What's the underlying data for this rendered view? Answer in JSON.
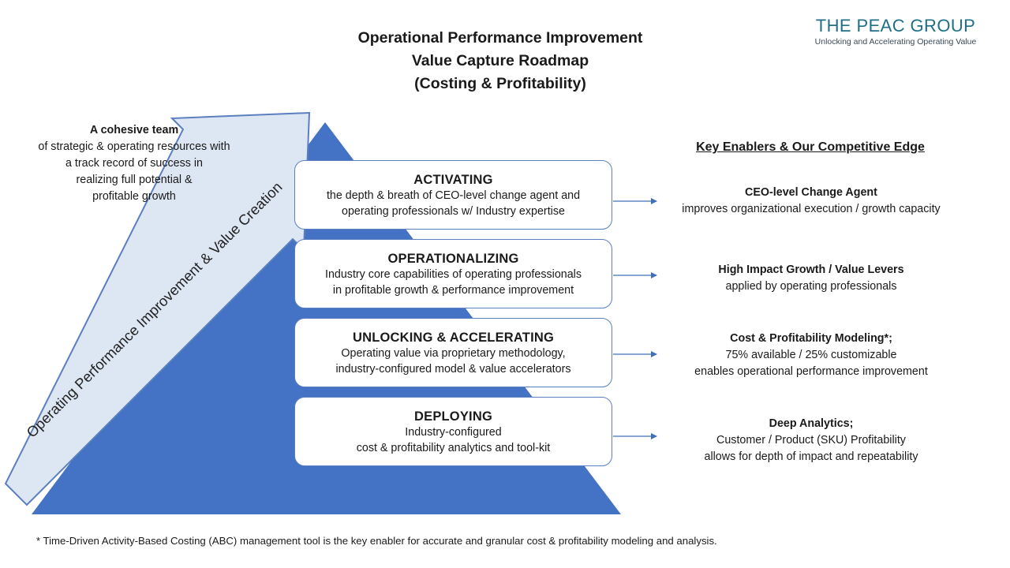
{
  "title": {
    "line1": "Operational Performance Improvement",
    "line2": "Value Capture Roadmap",
    "line3": "(Costing & Profitability)"
  },
  "logo": {
    "name": "THE PEAC GROUP",
    "tagline": "Unlocking and Accelerating Operating Value",
    "color": "#1f6f86"
  },
  "team": {
    "heading": "A cohesive team",
    "lines": [
      "of strategic & operating resources with",
      "a track record of success in",
      "realizing full potential &",
      "profitable growth"
    ]
  },
  "arrow_label": "Operating Performance Improvement & Value Creation",
  "colors": {
    "pyramid": "#4472c4",
    "box_border": "#5b7fbf",
    "arrow_fill": "#dde6f3",
    "arrow_stroke": "#5b7fbf",
    "connector": "#3f6fb8"
  },
  "levels": [
    {
      "title": "ACTIVATING",
      "lines": [
        "the depth & breath of CEO-level change agent and",
        "operating professionals w/ Industry expertise"
      ]
    },
    {
      "title": "OPERATIONALIZING",
      "lines": [
        "Industry core capabilities of operating professionals",
        "in profitable growth & performance improvement"
      ]
    },
    {
      "title": "UNLOCKING & ACCELERATING",
      "lines": [
        "Operating value via proprietary methodology,",
        "industry-configured model & value accelerators"
      ]
    },
    {
      "title": "DEPLOYING",
      "lines": [
        "Industry-configured",
        "cost & profitability analytics and tool-kit"
      ]
    }
  ],
  "enablers_title": "Key Enablers & Our Competitive Edge",
  "enablers": [
    {
      "heading": "CEO-level Change Agent",
      "lines": [
        "improves organizational execution / growth capacity"
      ]
    },
    {
      "heading": "High Impact Growth / Value Levers",
      "lines": [
        "applied by operating professionals"
      ]
    },
    {
      "heading": "Cost & Profitability Modeling*;",
      "lines": [
        "75% available / 25% customizable",
        "enables operational performance improvement"
      ]
    },
    {
      "heading": "Deep Analytics;",
      "lines": [
        "Customer / Product (SKU) Profitability",
        "allows for depth of impact and repeatability"
      ]
    }
  ],
  "footnote": "* Time-Driven Activity-Based Costing (ABC) management tool is the key enabler for accurate and granular cost & profitability modeling and analysis."
}
